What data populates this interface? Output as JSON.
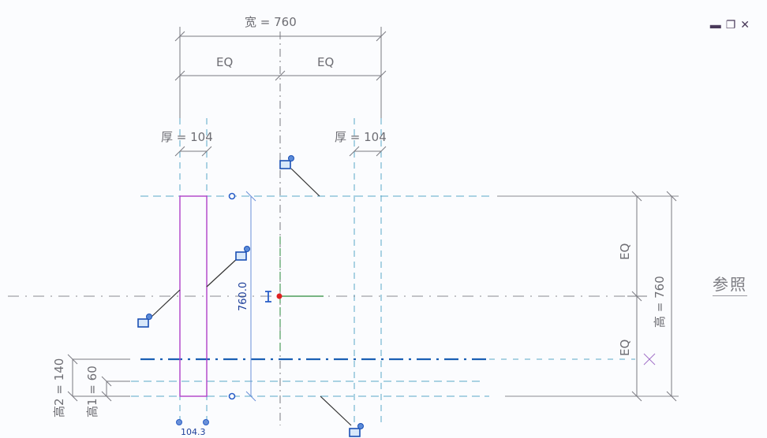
{
  "window_controls": {
    "minimize_label": "▬",
    "restore_label": "❐",
    "close_label": "✕"
  },
  "dimensions": {
    "width_total": "宽 = 760",
    "width_eq_left": "EQ",
    "width_eq_right": "EQ",
    "thickness_left": "厚 = 104",
    "thickness_right": "厚 = 104",
    "height_total": "高 = 760",
    "height_eq_top": "EQ",
    "height_eq_bottom": "EQ",
    "height2": "高2 = 140",
    "height1": "高1 = 60",
    "temp_dim_vertical": "760.0",
    "temp_dim_bottom": "104.3"
  },
  "reference_plane_label": "参照",
  "colors": {
    "dimension_line": "#7a7a80",
    "reference_plane": "#5aa8c8",
    "selected_reference": "#1a5fb4",
    "wall_outline": "#b040c8",
    "origin_point": "#e02020",
    "center_line_green": "#2a8a3a",
    "grip_blue": "#2a5fc8"
  }
}
